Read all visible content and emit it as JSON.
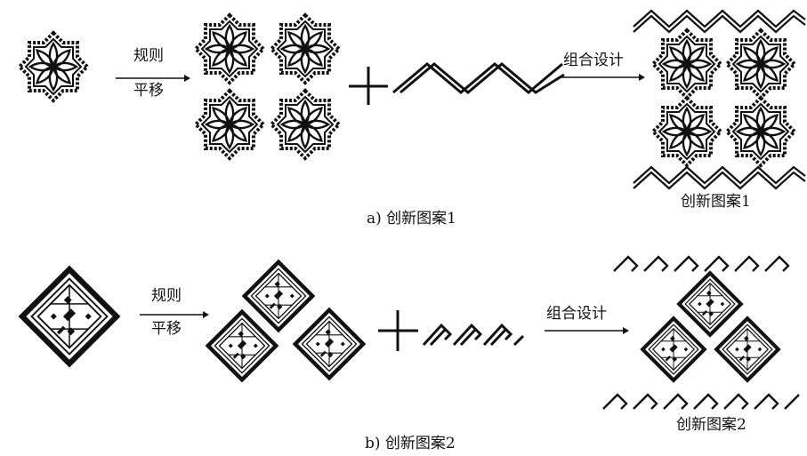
{
  "panel_a": {
    "arrow1_label_line1": "规则",
    "arrow1_label_line2": "平移",
    "arrow2_label": "组合设计",
    "result_label": "创新图案1",
    "caption": "a) 创新图案1"
  },
  "panel_b": {
    "arrow1_label_line1": "规则",
    "arrow1_label_line2": "平移",
    "arrow2_label": "组合设计",
    "result_label": "创新图案2",
    "caption": "b) 创新图案2"
  },
  "colors": {
    "ink": "#111111",
    "background": "#ffffff"
  }
}
